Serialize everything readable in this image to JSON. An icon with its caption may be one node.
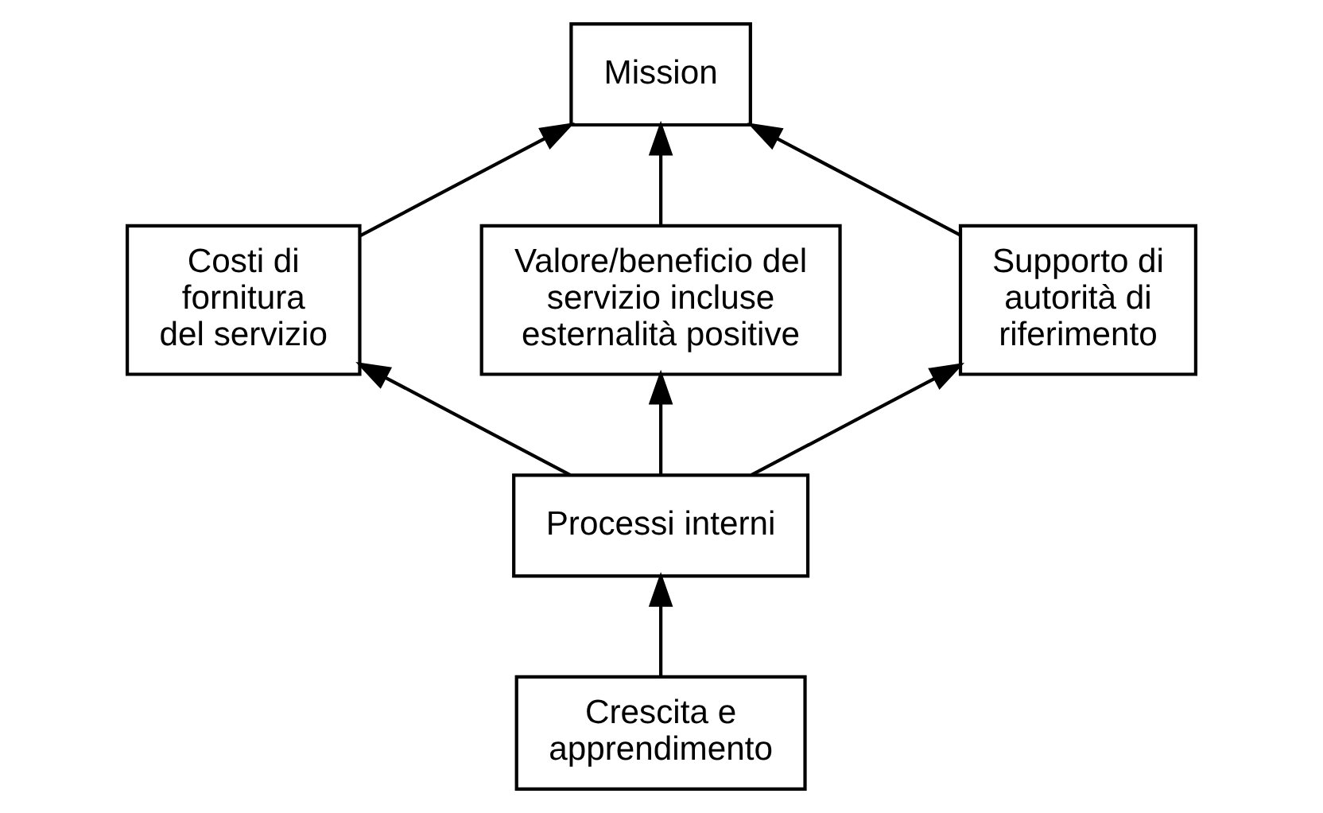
{
  "diagram": {
    "nodes": [
      {
        "text": [
          "Mission"
        ]
      },
      {
        "text": [
          "Costi di fornitura del servizio"
        ]
      },
      {
        "text": [
          "Valore/beneficio del servizio incluse esternalità positive"
        ]
      },
      {
        "text": [
          "Supporto di autorità di riferimento"
        ]
      },
      {
        "text": [
          "Processi interni"
        ]
      },
      {
        "text": [
          "Crescita e apprendimento"
        ]
      }
    ],
    "edges": [
      {
        "from": 1,
        "to": 0,
        "arrow": "to"
      },
      {
        "from": 2,
        "to": 0,
        "arrow": "to"
      },
      {
        "from": 3,
        "to": 0,
        "arrow": "to"
      },
      {
        "from": 4,
        "to": 1,
        "arrow": "to"
      },
      {
        "from": 4,
        "to": 2,
        "arrow": "to"
      },
      {
        "from": 4,
        "to": 3,
        "arrow": "to"
      },
      {
        "from": 5,
        "to": 4,
        "arrow": "to"
      }
    ]
  }
}
